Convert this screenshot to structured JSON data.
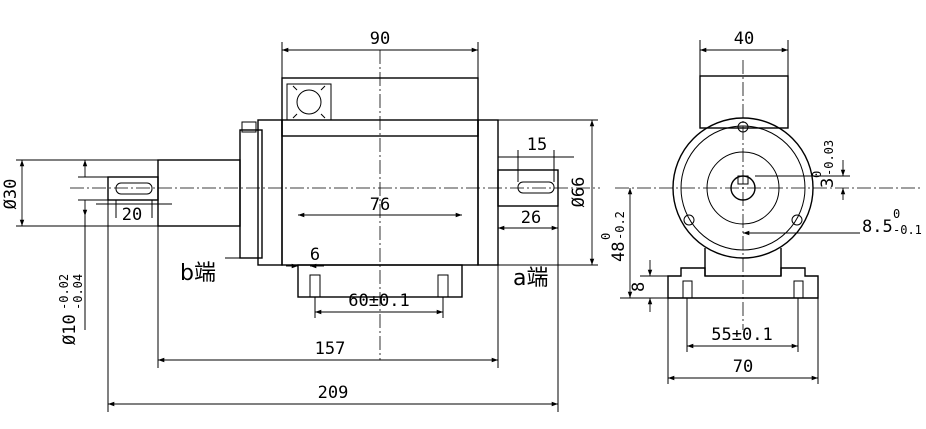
{
  "side_view": {
    "dim_body_width": "90",
    "dim_shaft_length_right": "15",
    "dim_shaft_diameter": "Ø66",
    "dim_key_width_right": "26",
    "dim_base_mid": "76",
    "dim_small": "6",
    "dim_hole_spacing": "60±0.1",
    "dim_keyway_left": "20",
    "dim_flange_dia": "Ø30",
    "dim_shaft_tol_main": "Ø10",
    "dim_shaft_tol_upper": "-0.02",
    "dim_shaft_tol_lower": "-0.04",
    "dim_length_mid": "157",
    "dim_length_total": "209",
    "label_b_end": "b端",
    "label_a_end": "a端"
  },
  "end_view": {
    "dim_top_width": "40",
    "dim_key_depth_main": "3",
    "dim_key_depth_upper": "0",
    "dim_key_depth_lower": "-0.03",
    "dim_shaft_key_main": "8.5",
    "dim_shaft_key_upper": "0",
    "dim_shaft_key_lower": "-0.1",
    "dim_center_height_main": "48",
    "dim_center_height_upper": "0",
    "dim_center_height_lower": "-0.2",
    "dim_base_thickness": "8",
    "dim_hole_spacing": "55±0.1",
    "dim_base_width": "70"
  }
}
